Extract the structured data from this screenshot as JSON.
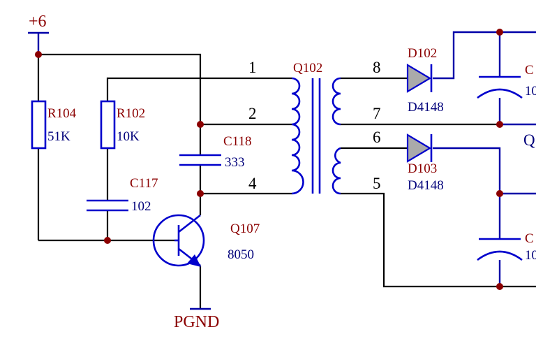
{
  "power": {
    "supply_label": "+6",
    "ground_label": "PGND"
  },
  "resistors": [
    {
      "ref": "R104",
      "value": "51K"
    },
    {
      "ref": "R102",
      "value": "10K"
    }
  ],
  "capacitors": [
    {
      "ref": "C117",
      "value": "102"
    },
    {
      "ref": "C118",
      "value": "333"
    },
    {
      "ref": "C",
      "value": "10"
    },
    {
      "ref": "C",
      "value": "10"
    }
  ],
  "transistor": {
    "ref": "Q107",
    "value": "8050"
  },
  "transformer": {
    "ref": "Q102",
    "pins": [
      "1",
      "2",
      "4",
      "8",
      "7",
      "6",
      "5"
    ]
  },
  "diodes": [
    {
      "ref": "D102",
      "value": "D4148"
    },
    {
      "ref": "D103",
      "value": "D4148"
    }
  ],
  "offpage_label": "Q",
  "colors": {
    "wire_black": "#000000",
    "wire_blue": "#0000a8",
    "component": "#0000cc",
    "ref_label": "#8b0000",
    "value_label": "#00007a",
    "junction": "#8b0000"
  }
}
